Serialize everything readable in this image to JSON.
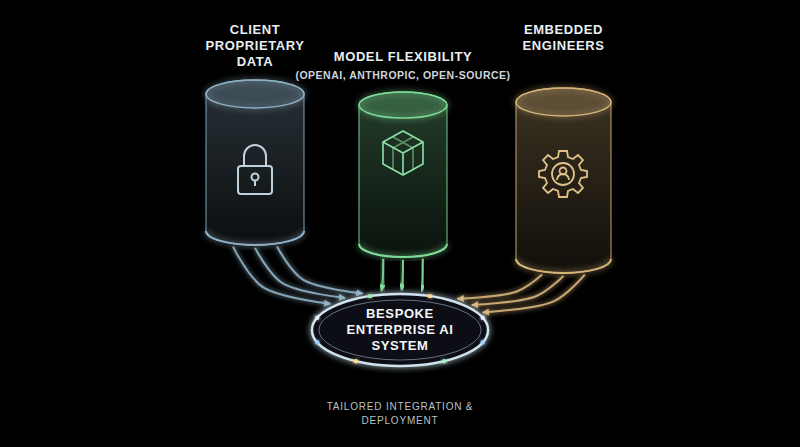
{
  "diagram": {
    "caption": "TAILORED INTEGRATION & DEPLOYMENT",
    "nodes": [
      {
        "text": [
          "CLIENT PROPRIETARY DATA"
        ]
      },
      {
        "text": [
          "MODEL FLEXIBILITY",
          "(OPENAI, ANTHROPIC, OPEN-SOURCE)"
        ]
      },
      {
        "text": [
          "EMBEDDED ENGINEERS"
        ]
      },
      {
        "text": [
          "BESPOKE ENTERPRISE AI SYSTEM"
        ]
      }
    ],
    "edges": [
      {
        "from": 0,
        "to": 3,
        "arrow": "to"
      },
      {
        "from": 1,
        "to": 3,
        "arrow": "to"
      },
      {
        "from": 2,
        "to": 3,
        "arrow": "to"
      }
    ]
  }
}
